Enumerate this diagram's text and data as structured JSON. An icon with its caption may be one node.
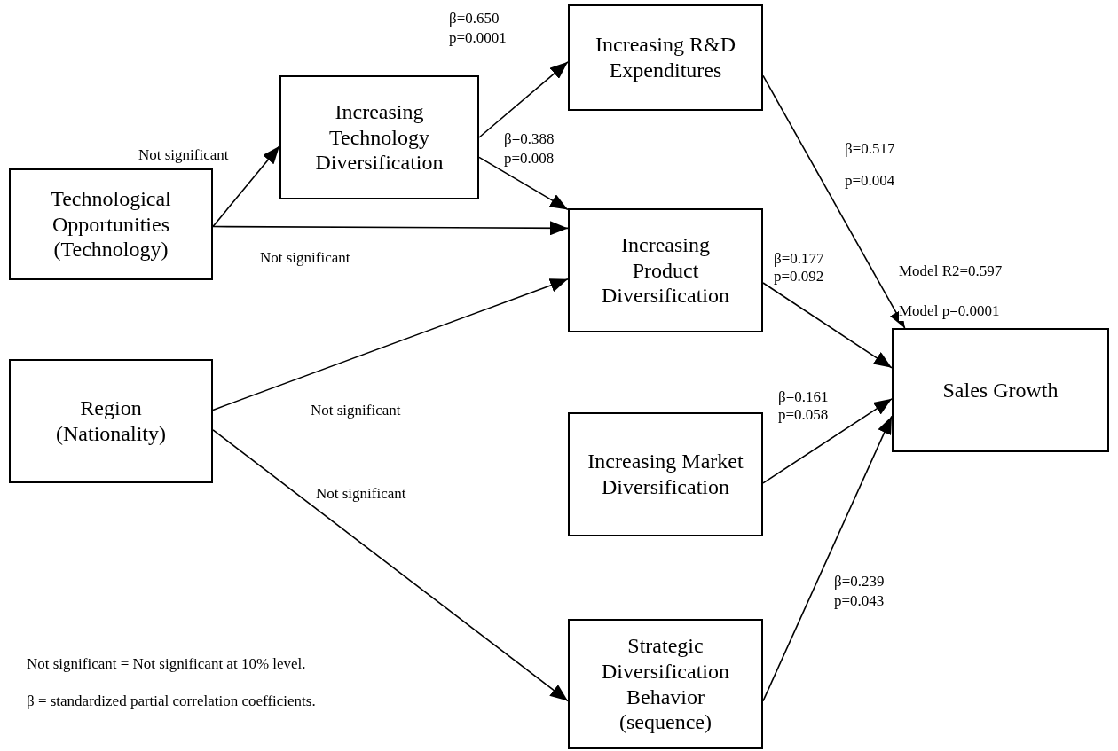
{
  "diagram": {
    "nodes": [
      {
        "text": [
          "Technological Opportunities (Technology)"
        ]
      },
      {
        "text": [
          "Increasing Technology Diversification"
        ]
      },
      {
        "text": [
          "Increasing R&D Expenditures"
        ]
      },
      {
        "text": [
          "Increasing Product Diversification"
        ]
      },
      {
        "text": [
          "Region (Nationality)"
        ]
      },
      {
        "text": [
          "Increasing Market Diversification"
        ]
      },
      {
        "text": [
          "Strategic Diversification Behavior (sequence)"
        ]
      },
      {
        "text": [
          "Sales Growth"
        ],
        "beside": [
          "Model R2=0.597",
          "Model p=0.0001"
        ]
      }
    ],
    "edges": [
      {
        "from": 0,
        "to": 1,
        "arrow": "to",
        "label": "Not significant"
      },
      {
        "from": 0,
        "to": 3,
        "arrow": "to",
        "label": "Not significant"
      },
      {
        "from": 1,
        "to": 2,
        "arrow": "to",
        "label": "β=0.650 p=0.0001"
      },
      {
        "from": 1,
        "to": 3,
        "arrow": "to",
        "label": "β=0.388 p=0.008"
      },
      {
        "from": 2,
        "to": 7,
        "arrow": "to",
        "label": "β=0.517 p=0.004"
      },
      {
        "from": 3,
        "to": 7,
        "arrow": "to",
        "label": "β=0.177 p=0.092"
      },
      {
        "from": 4,
        "to": 3,
        "arrow": "to",
        "label": "Not significant"
      },
      {
        "from": 4,
        "to": 6,
        "arrow": "to",
        "label": "Not significant"
      },
      {
        "from": 5,
        "to": 7,
        "arrow": "to",
        "label": "β=0.161 p=0.058"
      },
      {
        "from": 6,
        "to": 7,
        "arrow": "to",
        "label": "β=0.239 p=0.043"
      }
    ],
    "labels": [
      "Not significant = Not significant at 10% level.",
      "β = standardized partial correlation coefficients."
    ]
  }
}
